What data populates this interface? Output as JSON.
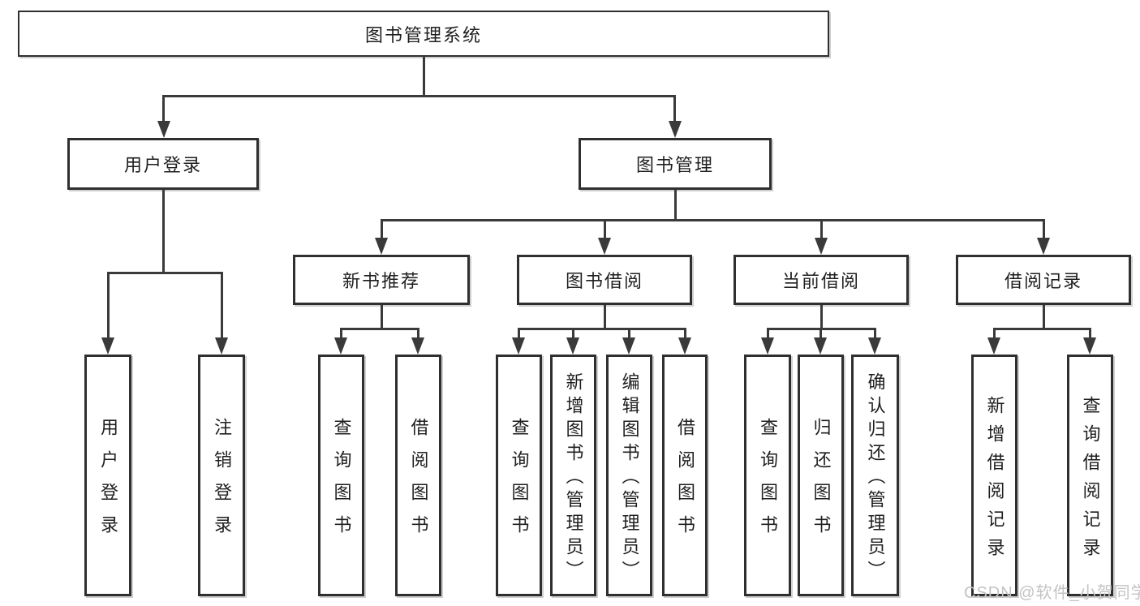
{
  "diagram": {
    "root": "图书管理系统",
    "branches": [
      {
        "label": "用户登录",
        "children": [
          "用户登录",
          "注销登录"
        ]
      },
      {
        "label": "图书管理",
        "children": [
          {
            "label": "新书推荐",
            "children": [
              "查询图书",
              "借阅图书"
            ]
          },
          {
            "label": "图书借阅",
            "children": [
              "查询图书",
              "新增图书（管理员）",
              "编辑图书（管理员）",
              "借阅图书"
            ]
          },
          {
            "label": "当前借阅",
            "children": [
              "查询图书",
              "归还图书",
              "确认归还（管理员）"
            ]
          },
          {
            "label": "借阅记录",
            "children": [
              "新增借阅记录",
              "查询借阅记录"
            ]
          }
        ]
      }
    ]
  },
  "watermark": "CSDN @软件_小贺同学",
  "colors": {
    "background": "#ffffff",
    "box_border": "#2f2f2f",
    "connector_line": "#3a3a3a",
    "text": "#1f1f1f",
    "watermark": "#c3c3c3"
  }
}
